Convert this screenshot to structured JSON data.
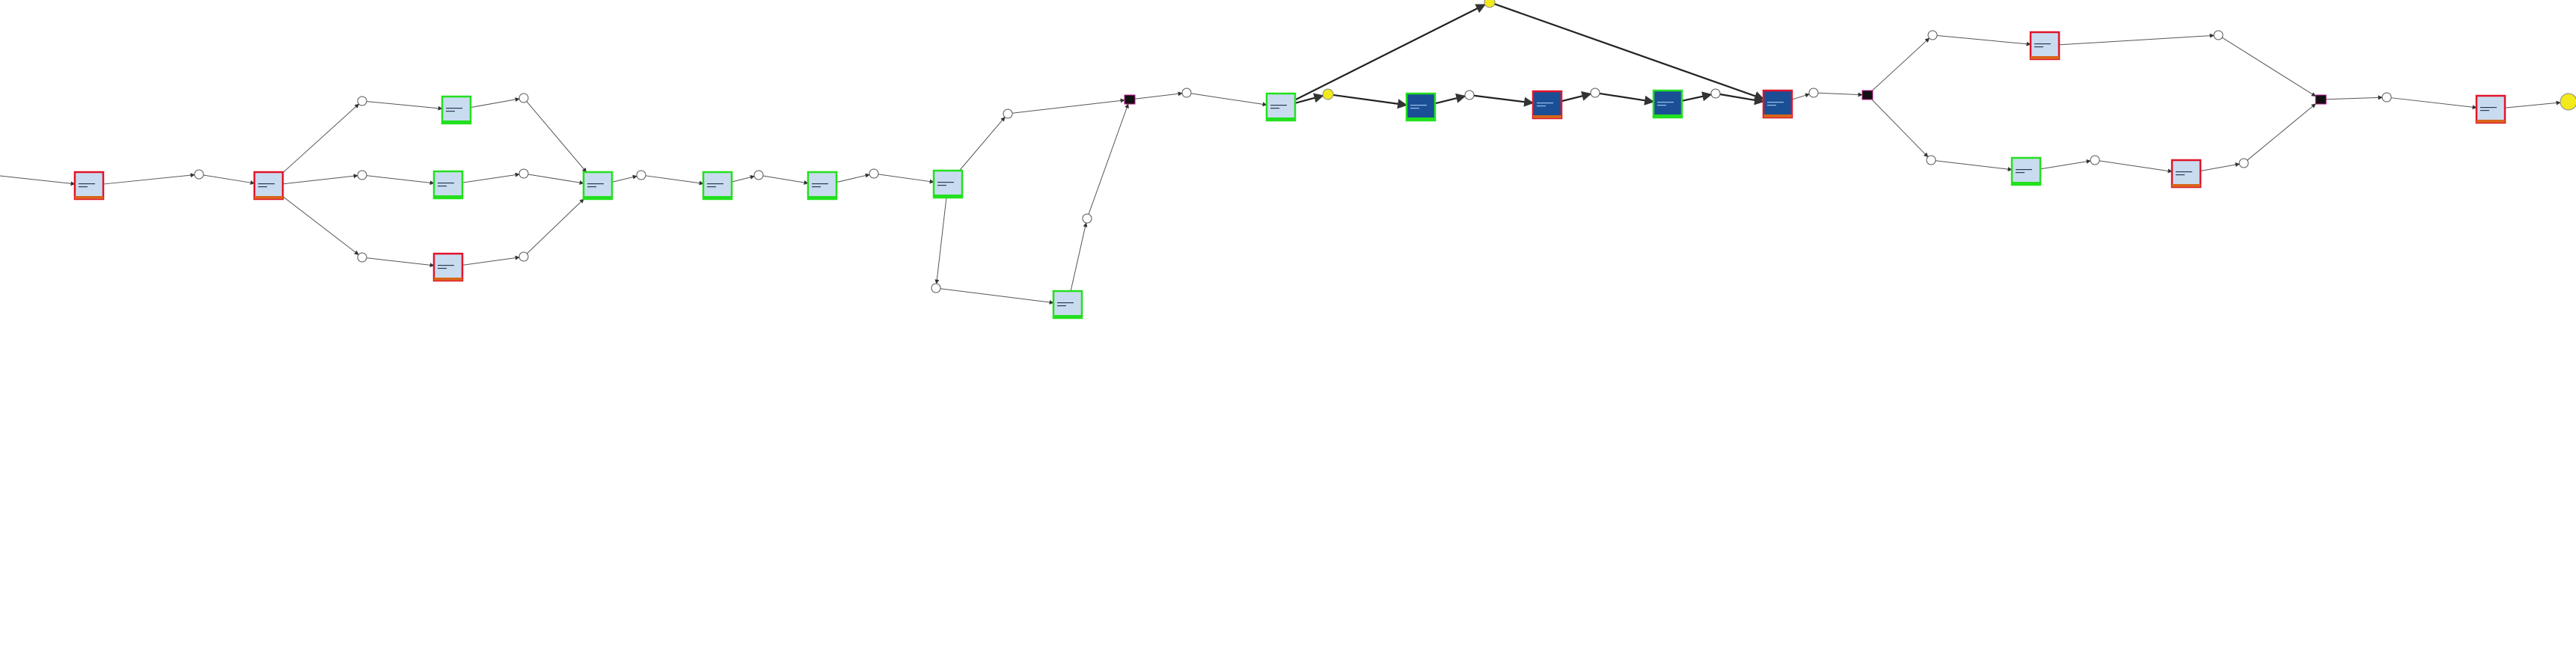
{
  "diagram": {
    "kind": "process-model",
    "colors": {
      "activity_fill": "#c9dcef",
      "activity_fill_frequent": "#1a4f96",
      "border_conformant": "#22e01e",
      "border_deviating": "#e0142c",
      "underline_green": "#22e01e",
      "underline_deviating": "#d9641a",
      "edge": "#555555",
      "edge_heavy": "#222222",
      "token": "#f2ea1a",
      "silent": "#111111"
    },
    "places": [
      {
        "id": "p1"
      },
      {
        "id": "p2"
      },
      {
        "id": "p3"
      },
      {
        "id": "p4"
      },
      {
        "id": "p5"
      },
      {
        "id": "p6"
      },
      {
        "id": "p7"
      },
      {
        "id": "p8"
      },
      {
        "id": "p9"
      },
      {
        "id": "p10"
      },
      {
        "id": "p11"
      },
      {
        "id": "p12"
      },
      {
        "id": "p13"
      },
      {
        "id": "p14"
      },
      {
        "id": "p15"
      },
      {
        "id": "p16"
      },
      {
        "id": "p17"
      },
      {
        "id": "p18"
      },
      {
        "id": "p19"
      },
      {
        "id": "p20"
      },
      {
        "id": "p21"
      },
      {
        "id": "p22"
      },
      {
        "id": "p23"
      },
      {
        "id": "p24"
      },
      {
        "id": "p25"
      },
      {
        "id": "p26"
      },
      {
        "id": "p27"
      },
      {
        "id": "p28"
      },
      {
        "id": "p29"
      }
    ],
    "transitions": [
      {
        "id": "t1",
        "style": "deviating",
        "fill": "light"
      },
      {
        "id": "t2",
        "style": "deviating",
        "fill": "light"
      },
      {
        "id": "t3",
        "style": "conformant",
        "fill": "light"
      },
      {
        "id": "t4",
        "style": "conformant",
        "fill": "light"
      },
      {
        "id": "t5",
        "style": "deviating",
        "fill": "light"
      },
      {
        "id": "t6",
        "style": "conformant",
        "fill": "light"
      },
      {
        "id": "t7",
        "style": "conformant",
        "fill": "light"
      },
      {
        "id": "t8",
        "style": "conformant",
        "fill": "light"
      },
      {
        "id": "t9",
        "style": "conformant",
        "fill": "light"
      },
      {
        "id": "t10",
        "style": "conformant",
        "fill": "light"
      },
      {
        "id": "t11",
        "style": "conformant",
        "fill": "light"
      },
      {
        "id": "t12",
        "style": "conformant",
        "fill": "dark"
      },
      {
        "id": "t13",
        "style": "deviating",
        "fill": "dark"
      },
      {
        "id": "t14",
        "style": "conformant",
        "fill": "dark"
      },
      {
        "id": "t15",
        "style": "deviating",
        "fill": "dark"
      },
      {
        "id": "t16",
        "style": "deviating",
        "fill": "light"
      },
      {
        "id": "t17",
        "style": "conformant",
        "fill": "light"
      },
      {
        "id": "t18",
        "style": "deviating",
        "fill": "light"
      },
      {
        "id": "t19",
        "style": "deviating",
        "fill": "light"
      }
    ],
    "silent_transitions": [
      {
        "id": "s1"
      },
      {
        "id": "s2"
      },
      {
        "id": "s3"
      }
    ],
    "edges": [
      [
        "start_in",
        "t1"
      ],
      [
        "t1",
        "p1"
      ],
      [
        "p1",
        "t2"
      ],
      [
        "t2",
        "p2"
      ],
      [
        "t2",
        "p3"
      ],
      [
        "t2",
        "p4"
      ],
      [
        "p2",
        "t3"
      ],
      [
        "p3",
        "t4"
      ],
      [
        "p4",
        "t5"
      ],
      [
        "t3",
        "p5"
      ],
      [
        "t4",
        "p6"
      ],
      [
        "t5",
        "p7"
      ],
      [
        "p5",
        "t6"
      ],
      [
        "p6",
        "t6"
      ],
      [
        "p7",
        "t6"
      ],
      [
        "t6",
        "p8"
      ],
      [
        "p8",
        "t7"
      ],
      [
        "t7",
        "p9"
      ],
      [
        "p9",
        "t8"
      ],
      [
        "t8",
        "p10"
      ],
      [
        "p10",
        "t9"
      ],
      [
        "t9",
        "p11"
      ],
      [
        "t9",
        "p12"
      ],
      [
        "p11",
        "s1"
      ],
      [
        "p12",
        "t10"
      ],
      [
        "t10",
        "p13"
      ],
      [
        "p13",
        "s1"
      ],
      [
        "s1",
        "p14"
      ],
      [
        "p14",
        "t11"
      ],
      [
        "t11",
        "p15h"
      ],
      [
        "p15h",
        "t12"
      ],
      [
        "t12",
        "p16"
      ],
      [
        "p16",
        "t13"
      ],
      [
        "t13",
        "p17"
      ],
      [
        "p17",
        "t14"
      ],
      [
        "t14",
        "p18"
      ],
      [
        "p18",
        "t15"
      ],
      [
        "t11",
        "p19"
      ],
      [
        "p19",
        "t15"
      ],
      [
        "t15",
        "p20"
      ],
      [
        "p20",
        "s2"
      ],
      [
        "s2",
        "p21"
      ],
      [
        "s2",
        "p22"
      ],
      [
        "p21",
        "t16"
      ],
      [
        "t16",
        "p23"
      ],
      [
        "p23",
        "s3"
      ],
      [
        "p22",
        "t17"
      ],
      [
        "t17",
        "p24"
      ],
      [
        "p24",
        "t18"
      ],
      [
        "t18",
        "p25"
      ],
      [
        "p25",
        "s3"
      ],
      [
        "s3",
        "p26"
      ],
      [
        "p26",
        "t19"
      ],
      [
        "t19",
        "p_end"
      ]
    ]
  }
}
